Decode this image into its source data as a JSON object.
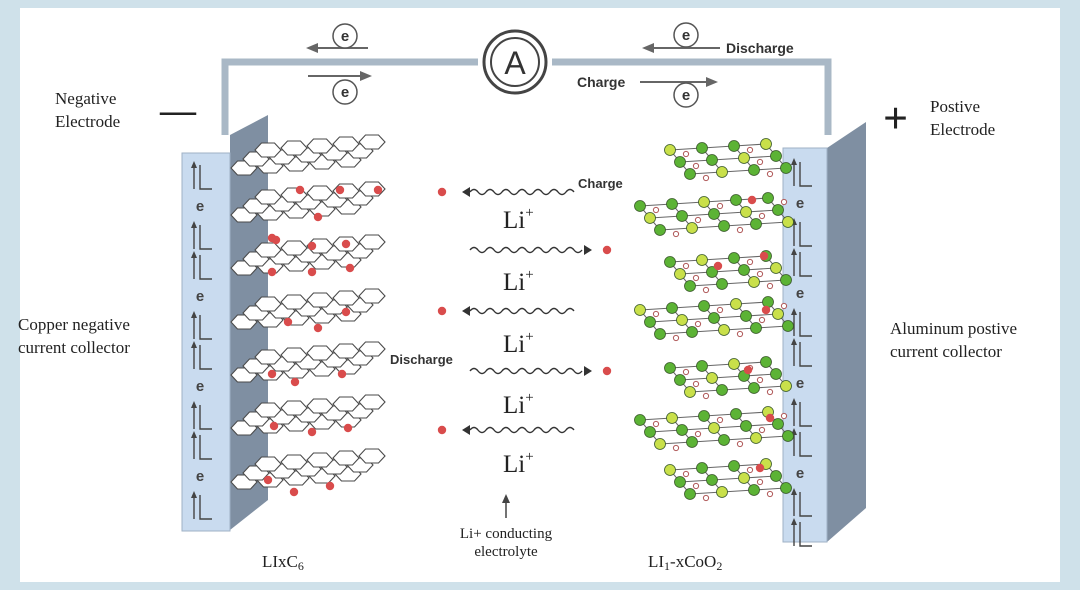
{
  "diagram": {
    "ammeter_symbol": "A",
    "electron_symbol": "e",
    "wire_labels": {
      "discharge": "Discharge",
      "charge": "Charge"
    },
    "negative_electrode": {
      "sign": "—",
      "line1": "Negative",
      "line2": "Electrode"
    },
    "positive_electrode": {
      "sign": "+",
      "line1": "Postive",
      "line2": "Electrode"
    },
    "left_collector": {
      "line1": "Copper negative",
      "line2": "current collector"
    },
    "right_collector": {
      "line1": "Aluminum postive",
      "line2": "current collector"
    },
    "ion_label": "Li",
    "ion_charge": "+",
    "flow_labels": {
      "charge": "Charge",
      "discharge": "Discharge"
    },
    "electrolyte": {
      "line1": "Li+ conducting",
      "line2": "electrolyte"
    },
    "anode_formula": {
      "main": "LIxC",
      "sub": "6"
    },
    "cathode_formula": {
      "main1": "LI",
      "sub1": "1",
      "main2": "-xCoO",
      "sub2": "2"
    },
    "colors": {
      "background": "#cfe1ea",
      "panel": "#ffffff",
      "wire": "#a9b8c6",
      "collector_front": "#c9dbef",
      "collector_side": "#7f8fa2",
      "lithium_ion": "#d94c4c",
      "cobalt_atom": "#5cb335",
      "oxygen_atom": "#c9e04a"
    }
  }
}
